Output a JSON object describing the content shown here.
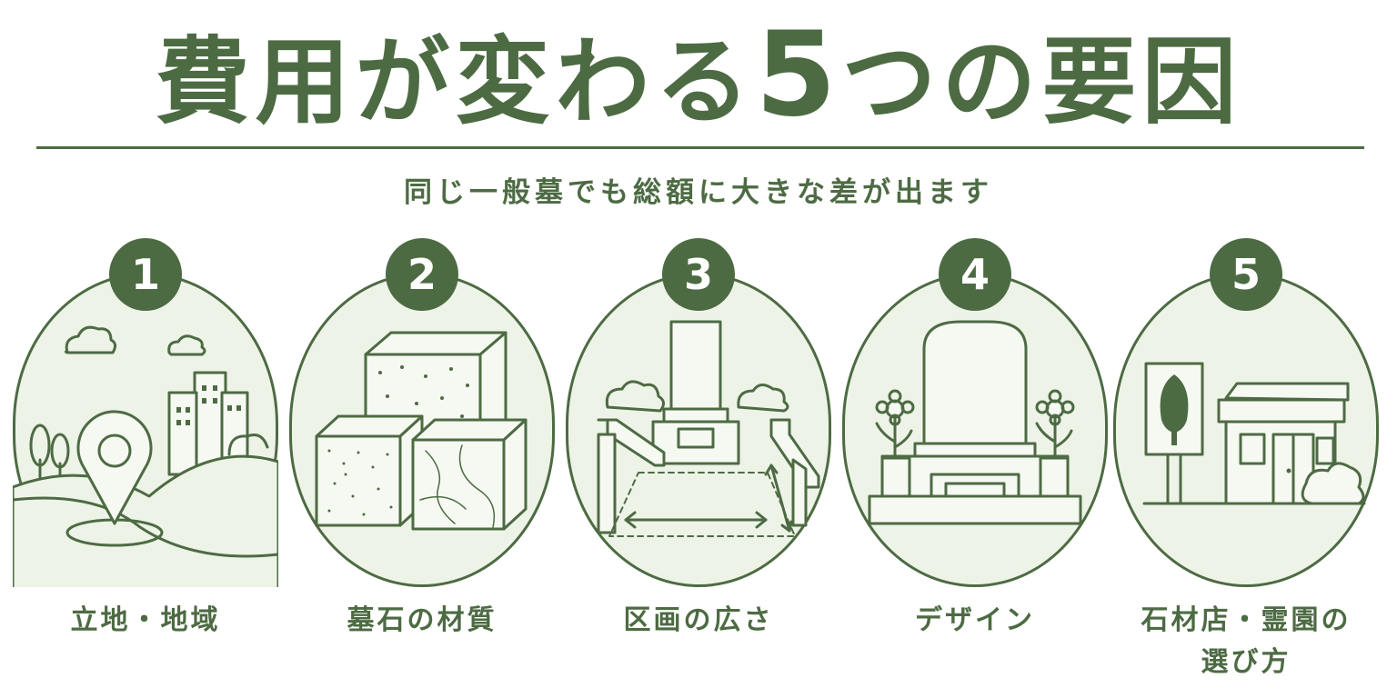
{
  "header": {
    "title_before": "費用が変わる",
    "title_number": "5",
    "title_after": "つの要因",
    "subtitle": "同じ一般墓でも総額に大きな差が出ます"
  },
  "factors": [
    {
      "number": "1",
      "label": "立地・地域",
      "icon": "location-pin-city-icon"
    },
    {
      "number": "2",
      "label": "墓石の材質",
      "icon": "stone-blocks-icon"
    },
    {
      "number": "3",
      "label": "区画の広さ",
      "icon": "grave-plot-size-icon"
    },
    {
      "number": "4",
      "label": "デザイン",
      "icon": "western-gravestone-flowers-icon"
    },
    {
      "number": "5",
      "label": "石材店・霊園の選び方",
      "label_line1": "石材店・霊園の",
      "label_line2": "選び方",
      "icon": "stone-shop-icon"
    }
  ],
  "colors": {
    "accent": "#4d6b43",
    "panel": "#eef3e8",
    "background": "#ffffff"
  }
}
